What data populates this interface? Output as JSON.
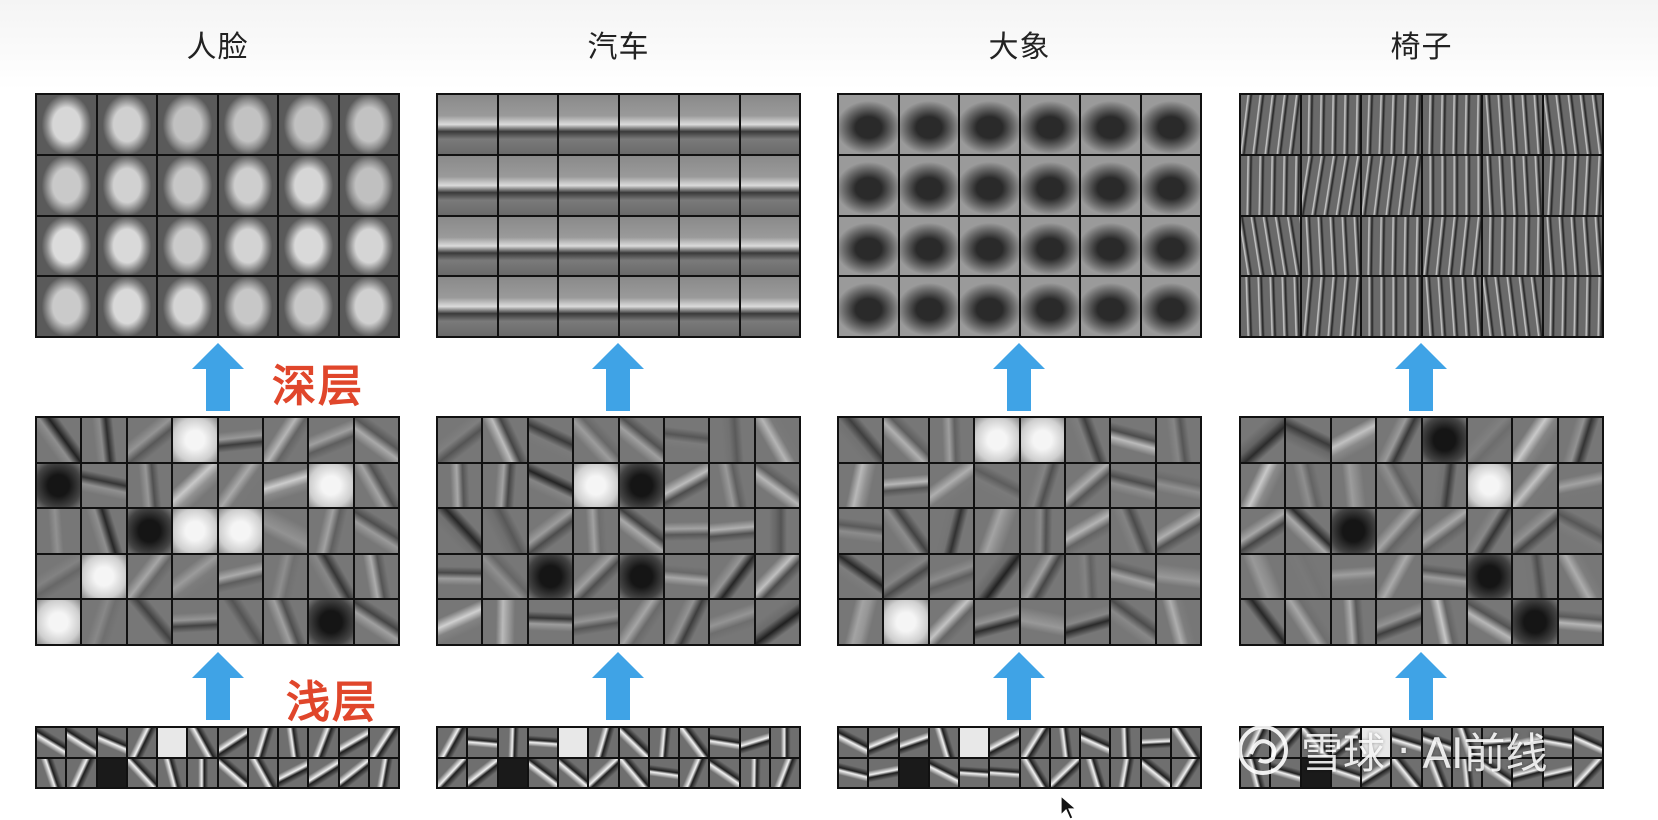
{
  "columns": [
    {
      "title": "人脸",
      "shade": "#8a8a8a"
    },
    {
      "title": "汽车",
      "shade": "#7e7e7e"
    },
    {
      "title": "大象",
      "shade": "#6a6a6a"
    },
    {
      "title": "椅子",
      "shade": "#7a7a7a"
    }
  ],
  "labels": {
    "deep": "深层",
    "shallow": "浅层"
  },
  "watermark": {
    "brand": "雪球",
    "separator": "·",
    "account": "AI前线"
  },
  "colors": {
    "arrow": "#3fa3e6",
    "label": "#e0462b",
    "grid_border": "#111111"
  },
  "icons": {
    "arrow": "up-arrow-icon",
    "logo": "snowball-logo-icon",
    "cursor": "mouse-cursor-icon"
  }
}
